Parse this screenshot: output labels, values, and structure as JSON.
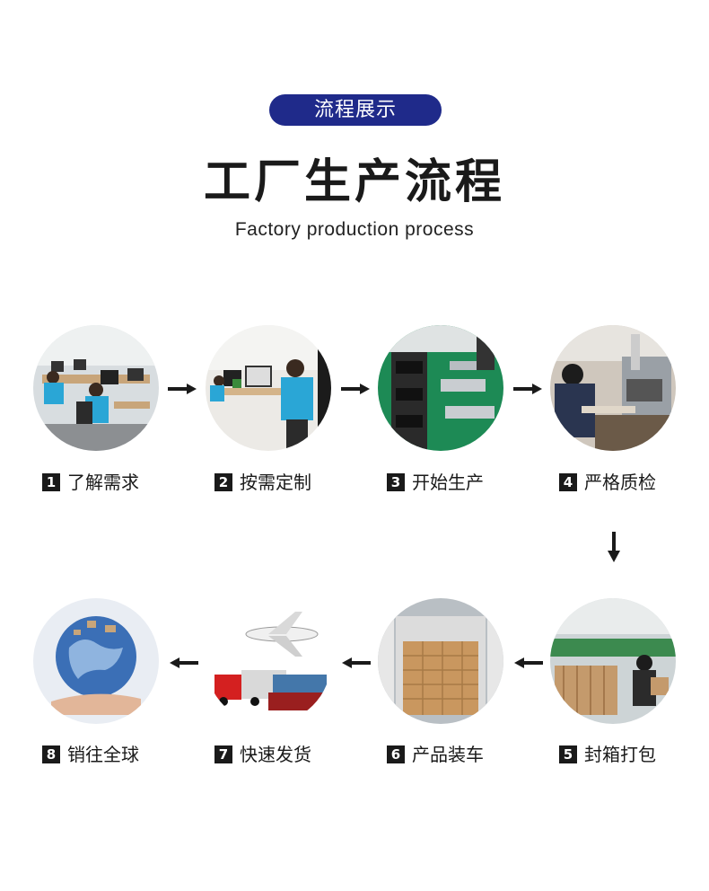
{
  "header": {
    "badge": "流程展示",
    "title": "工厂生产流程",
    "subtitle": "Factory production process"
  },
  "steps": [
    {
      "num": "1",
      "label": "了解需求",
      "icon": "office-team-photo"
    },
    {
      "num": "2",
      "label": "按需定制",
      "icon": "designer-workstation-photo"
    },
    {
      "num": "3",
      "label": "开始生产",
      "icon": "production-line-photo"
    },
    {
      "num": "4",
      "label": "严格质检",
      "icon": "quality-inspection-photo"
    },
    {
      "num": "5",
      "label": "封箱打包",
      "icon": "packing-workshop-photo"
    },
    {
      "num": "6",
      "label": "产品装车",
      "icon": "loaded-container-photo"
    },
    {
      "num": "7",
      "label": "快速发货",
      "icon": "plane-truck-ship-photo"
    },
    {
      "num": "8",
      "label": "销往全球",
      "icon": "globe-photo"
    }
  ],
  "colors": {
    "badge_bg": "#1f2a8a",
    "text": "#1a1a1a",
    "arrow": "#1a1a1a"
  }
}
